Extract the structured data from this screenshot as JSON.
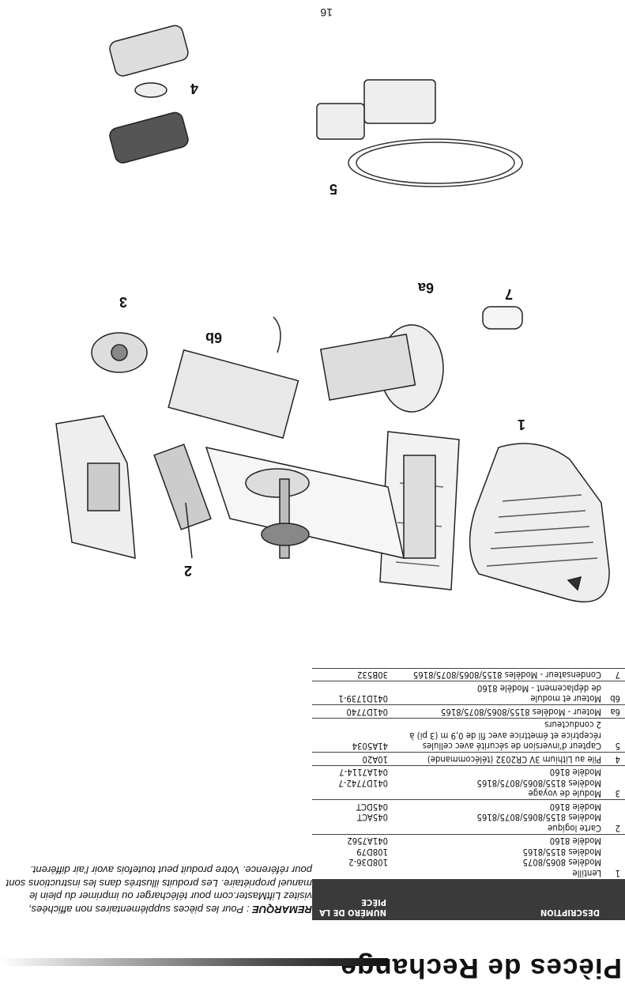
{
  "header": {
    "title": "Pièces de Rechange"
  },
  "note": {
    "label": "REMARQUE",
    "text": " : Pour les pièces supplémentaires non affichées, visitez LiftMaster.com pour télécharger ou imprimer du plein le manuel propriétaire. Les produits illustrés dans les instructions sont pour référence. Votre produit peut toutefois avoir l'air différent."
  },
  "table": {
    "col_desc": "DESCRIPTION",
    "col_part": "NUMÉRO DE LA PIÈCE",
    "rows": [
      {
        "num": "1",
        "lines": [
          {
            "d": "Lentille",
            "p": ""
          },
          {
            "d": "Modèles 8065/8075",
            "p": "108D36-2"
          },
          {
            "d": "Modèles 8155/8165",
            "p": "108D79"
          },
          {
            "d": "Modèle 8160",
            "p": "041A7562"
          }
        ]
      },
      {
        "num": "2",
        "lines": [
          {
            "d": "Carte logique",
            "p": ""
          },
          {
            "d": "Modèles 8155/8065/8075/8165",
            "p": "045ACT"
          },
          {
            "d": "Modèle 8160",
            "p": "045DCT"
          }
        ]
      },
      {
        "num": "3",
        "lines": [
          {
            "d": "Module de voyage",
            "p": ""
          },
          {
            "d": "Modèles 8155/8065/8075/8165",
            "p": "041D7742-7"
          },
          {
            "d": "Modèle 8160",
            "p": "041A7114-7"
          }
        ]
      },
      {
        "num": "4",
        "lines": [
          {
            "d": "Pile au Lithium 3V CR2032 (télécommande)",
            "p": "10A20"
          }
        ]
      },
      {
        "num": "5",
        "lines": [
          {
            "d": "Capteur d'inversion de sécurité avec cellules",
            "p": "41A5034"
          },
          {
            "d": "réceptrice et émettrice avec fil de 0,9 m (3 pi) à",
            "p": ""
          },
          {
            "d": "2 conducteurs",
            "p": ""
          }
        ]
      },
      {
        "num": "6a",
        "lines": [
          {
            "d": "Moteur - Modèles 8155/8065/8075/8165",
            "p": "041D7740"
          }
        ]
      },
      {
        "num": "6b",
        "lines": [
          {
            "d": "Moteur et module",
            "p": "041D1739-1"
          },
          {
            "d": "de déplacement - Modèle 8160",
            "p": ""
          }
        ]
      },
      {
        "num": "7",
        "lines": [
          {
            "d": "Condensateur - Modèles 8155/8065/8075/8165",
            "p": "30B532"
          }
        ]
      }
    ]
  },
  "callouts": {
    "c1": "1",
    "c2": "2",
    "c3": "3",
    "c4": "4",
    "c5": "5",
    "c6a": "6a",
    "c6b": "6b",
    "c7": "7"
  },
  "page_number": "16"
}
